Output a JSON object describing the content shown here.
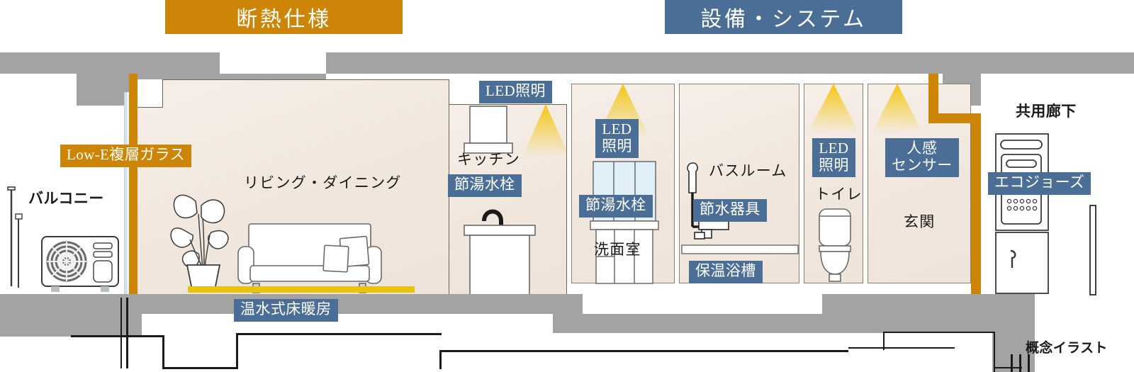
{
  "banners": {
    "insulation": "断熱仕様",
    "equipment": "設備・システム"
  },
  "labels": {
    "low_e_glass": "Low-E複層ガラス",
    "floor_heating": "温水式床暖房",
    "kitchen_led": "LED照明",
    "kitchen_faucet": "節湯水栓",
    "washroom_led": "LED\n照明",
    "washroom_faucet": "節湯水栓",
    "bath_water_saving": "節水器具",
    "bath_insulated_tub": "保温浴槽",
    "toilet_led": "LED\n照明",
    "entry_motion_sensor": "人感\nセンサー",
    "eco_jozu": "エコジョーズ"
  },
  "rooms": {
    "balcony": "バルコニー",
    "living_dining": "リビング・ダイニング",
    "kitchen": "キッチン",
    "washroom": "洗面室",
    "bathroom": "バスルーム",
    "toilet": "トイレ",
    "entrance": "玄関",
    "common_corridor": "共用廊下"
  },
  "footnote": "概念イラスト",
  "colors": {
    "insulation_accent": "#cd8508",
    "equipment_accent": "#4a6e96",
    "structure_gray": "#a3a3a3",
    "interior_beige": "#f1e6dc",
    "light_yellow": "#f4c40a",
    "floor_heat_yellow": "#e8c40c",
    "glass_blue": "#cfe2ef"
  }
}
